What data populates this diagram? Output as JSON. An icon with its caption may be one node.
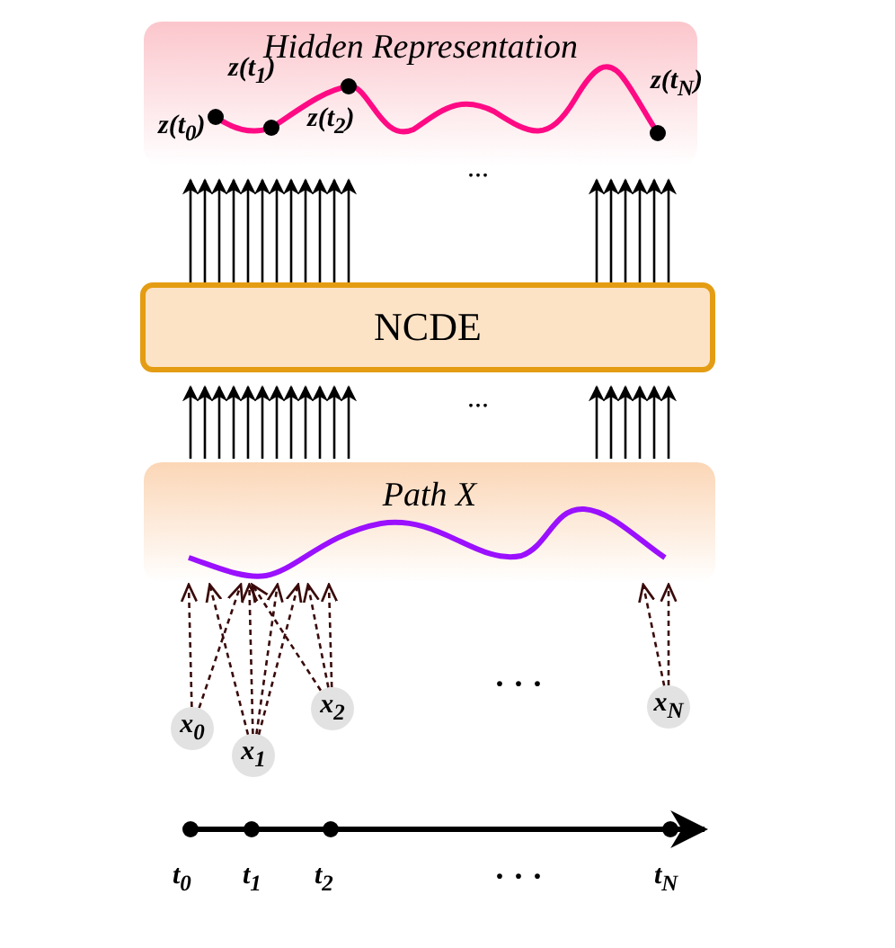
{
  "diagram": {
    "nodes": [
      {
        "text": [
          "Hidden Representation"
        ]
      },
      {
        "text": [
          "NCDE"
        ]
      },
      {
        "text": [
          "Path X"
        ]
      },
      {
        "text": [
          "x$_{0}$"
        ]
      },
      {
        "text": [
          "x$_{1}$"
        ]
      },
      {
        "text": [
          "x$_{2}$"
        ]
      },
      {
        "text": [
          "x$_{N}$"
        ]
      }
    ],
    "edges": [
      {
        "from": 1,
        "to": 0,
        "arrow": "to"
      },
      {
        "from": 1,
        "to": 0,
        "arrow": "to"
      },
      {
        "from": 1,
        "to": 0,
        "arrow": "to"
      },
      {
        "from": 1,
        "to": 0,
        "arrow": "to"
      },
      {
        "from": 1,
        "to": 0,
        "arrow": "to"
      },
      {
        "from": 1,
        "to": 0,
        "arrow": "to"
      },
      {
        "from": 1,
        "to": 0,
        "arrow": "to"
      },
      {
        "from": 1,
        "to": 0,
        "arrow": "to"
      },
      {
        "from": 1,
        "to": 0,
        "arrow": "to"
      },
      {
        "from": 1,
        "to": 0,
        "arrow": "to"
      },
      {
        "from": 1,
        "to": 0,
        "arrow": "to"
      },
      {
        "from": 1,
        "to": 0,
        "arrow": "to"
      },
      {
        "from": 1,
        "to": 0,
        "arrow": "to"
      },
      {
        "from": 1,
        "to": 0,
        "arrow": "to"
      },
      {
        "from": 1,
        "to": 0,
        "arrow": "to"
      },
      {
        "from": 1,
        "to": 0,
        "arrow": "to"
      },
      {
        "from": 1,
        "to": 0,
        "arrow": "to"
      },
      {
        "from": 1,
        "to": 0,
        "arrow": "to"
      },
      {
        "from": 2,
        "to": 1,
        "arrow": "to"
      },
      {
        "from": 2,
        "to": 1,
        "arrow": "to"
      },
      {
        "from": 2,
        "to": 1,
        "arrow": "to"
      },
      {
        "from": 2,
        "to": 1,
        "arrow": "to"
      },
      {
        "from": 2,
        "to": 1,
        "arrow": "to"
      },
      {
        "from": 2,
        "to": 1,
        "arrow": "to"
      },
      {
        "from": 2,
        "to": 1,
        "arrow": "to"
      },
      {
        "from": 2,
        "to": 1,
        "arrow": "to"
      },
      {
        "from": 2,
        "to": 1,
        "arrow": "to"
      },
      {
        "from": 2,
        "to": 1,
        "arrow": "to"
      },
      {
        "from": 2,
        "to": 1,
        "arrow": "to"
      },
      {
        "from": 2,
        "to": 1,
        "arrow": "to"
      },
      {
        "from": 2,
        "to": 1,
        "arrow": "to"
      },
      {
        "from": 2,
        "to": 1,
        "arrow": "to"
      },
      {
        "from": 2,
        "to": 1,
        "arrow": "to"
      },
      {
        "from": 2,
        "to": 1,
        "arrow": "to"
      },
      {
        "from": 2,
        "to": 1,
        "arrow": "to"
      },
      {
        "from": 2,
        "to": 1,
        "arrow": "to"
      },
      {
        "from": 3,
        "to": 2,
        "arrow": "to",
        "style": "dashed"
      },
      {
        "from": 3,
        "to": 2,
        "arrow": "to",
        "style": "dashed"
      },
      {
        "from": 4,
        "to": 2,
        "arrow": "to",
        "style": "dashed"
      },
      {
        "from": 4,
        "to": 2,
        "arrow": "to",
        "style": "dashed"
      },
      {
        "from": 4,
        "to": 2,
        "arrow": "to",
        "style": "dashed"
      },
      {
        "from": 4,
        "to": 2,
        "arrow": "to",
        "style": "dashed"
      },
      {
        "from": 5,
        "to": 2,
        "arrow": "to",
        "style": "dashed"
      },
      {
        "from": 5,
        "to": 2,
        "arrow": "to",
        "style": "dashed"
      },
      {
        "from": 5,
        "to": 2,
        "arrow": "to",
        "style": "dashed"
      },
      {
        "from": 6,
        "to": 2,
        "arrow": "to",
        "style": "dashed"
      },
      {
        "from": 6,
        "to": 2,
        "arrow": "to",
        "style": "dashed"
      }
    ],
    "labels": [
      "z(t$_{1}$)",
      "z(t$_{0}$)",
      "z(t$_{2}$)",
      "z(t$_{N}$)",
      "...",
      "...",
      "· · ·",
      "t$_{0}$",
      "t$_{1}$",
      "t$_{2}$",
      "· · ·",
      "t$_{N}$"
    ]
  }
}
